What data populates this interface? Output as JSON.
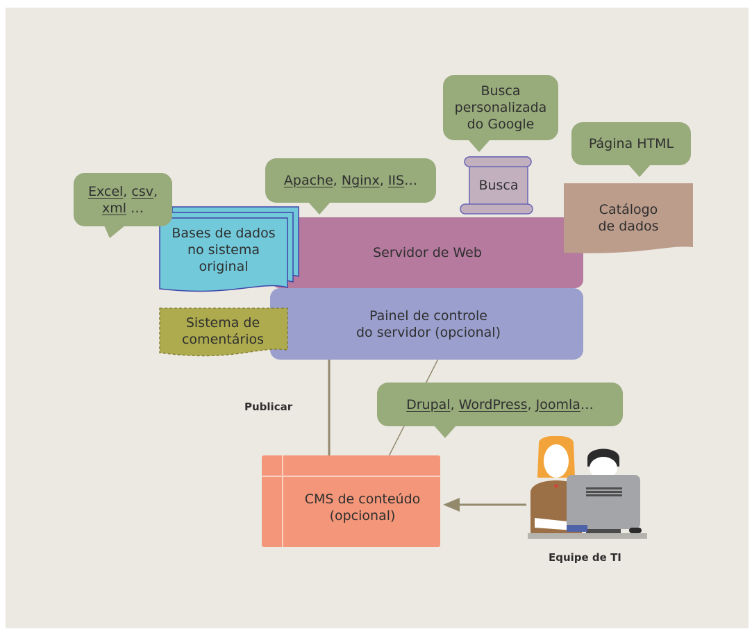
{
  "nodes": {
    "servidor_web": "Servidor de Web",
    "painel_l1": "Painel de controle",
    "painel_l2": "do servidor (opcional)",
    "bases_l1": "Bases de dados",
    "bases_l2": "no sistema",
    "bases_l3": "original",
    "comentarios_l1": "Sistema de",
    "comentarios_l2": "comentários",
    "busca": "Busca",
    "catalogo_l1": "Catálogo",
    "catalogo_l2": "de dados",
    "cms_l1": "CMS de conteúdo",
    "cms_l2": "(opcional)"
  },
  "bubbles": {
    "formats": {
      "item1": "Excel",
      "sep1": ", ",
      "item2": "csv",
      "sep2": ",",
      "item3": "xml",
      "tail": " …"
    },
    "servers": {
      "item1": "Apache",
      "sep1": ", ",
      "item2": "Nginx",
      "sep2": ", ",
      "item3": "IIS",
      "tail": "…"
    },
    "google": {
      "l1": "Busca",
      "l2": "personalizada",
      "l3": "do Google"
    },
    "html": "Página HTML",
    "cms_options": {
      "item1": "Drupal",
      "sep1": ", ",
      "item2": "WordPress",
      "sep2": ", ",
      "item3": "Joomla",
      "tail": "…"
    }
  },
  "labels": {
    "publicar": "Publicar",
    "equipe": "Equipe de TI"
  },
  "colors": {
    "background": "#ece8e2",
    "bubble": "#98ab7b",
    "servidor": "#b57a9e",
    "painel": "#9a9fcd",
    "bases": "#72c9da",
    "comentarios": "#adab4e",
    "busca": "#c2b0bf",
    "catalogo": "#bc9c8b",
    "cms": "#f39679"
  }
}
